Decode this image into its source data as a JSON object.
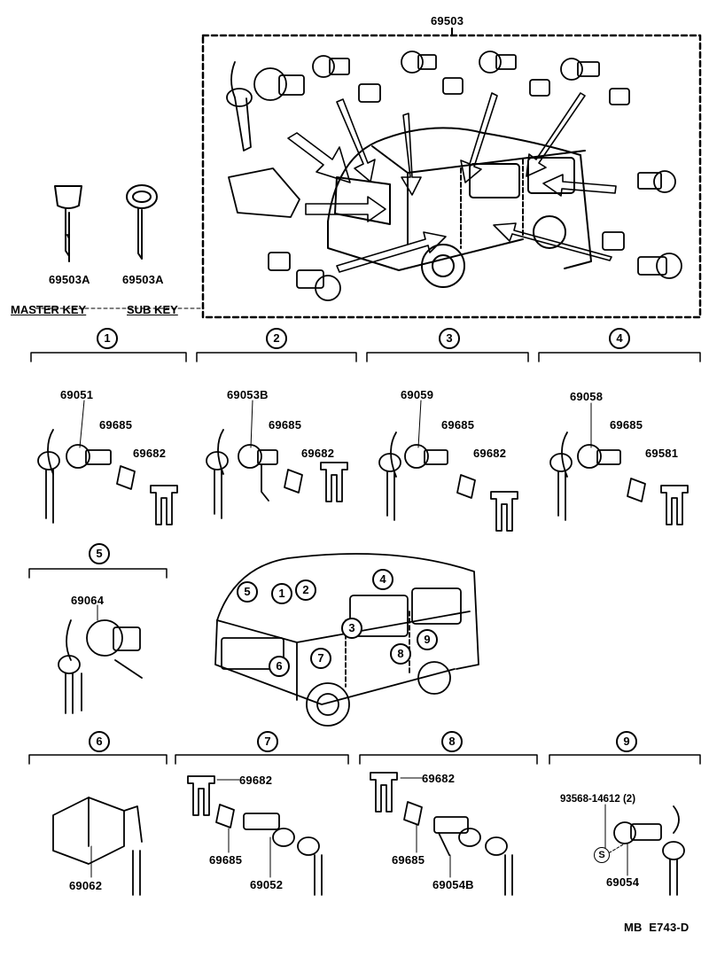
{
  "top_group": {
    "part": "69503",
    "keys": [
      "69503A",
      "69503A"
    ],
    "master_key_label": "MASTER KEY",
    "sub_key_label": "SUB KEY"
  },
  "sections": [
    {
      "num": "1",
      "parts": [
        "69051",
        "69685",
        "69682"
      ]
    },
    {
      "num": "2",
      "parts": [
        "69053B",
        "69685",
        "69682"
      ]
    },
    {
      "num": "3",
      "parts": [
        "69059",
        "69685",
        "69682"
      ]
    },
    {
      "num": "4",
      "parts": [
        "69058",
        "69685",
        "69581"
      ]
    },
    {
      "num": "5",
      "parts": [
        "69064"
      ]
    },
    {
      "num": "6",
      "parts": [
        "69062"
      ]
    },
    {
      "num": "7",
      "parts": [
        "69682",
        "69685",
        "69052"
      ]
    },
    {
      "num": "8",
      "parts": [
        "69682",
        "69685",
        "69054B"
      ]
    },
    {
      "num": "9",
      "parts": [
        "93568-14612 (2)",
        "69054"
      ]
    }
  ],
  "van_callouts": [
    "5",
    "1",
    "2",
    "4",
    "3",
    "9",
    "7",
    "8",
    "6"
  ],
  "screw_symbol": "S",
  "diagram_code": "MB  E743-D"
}
